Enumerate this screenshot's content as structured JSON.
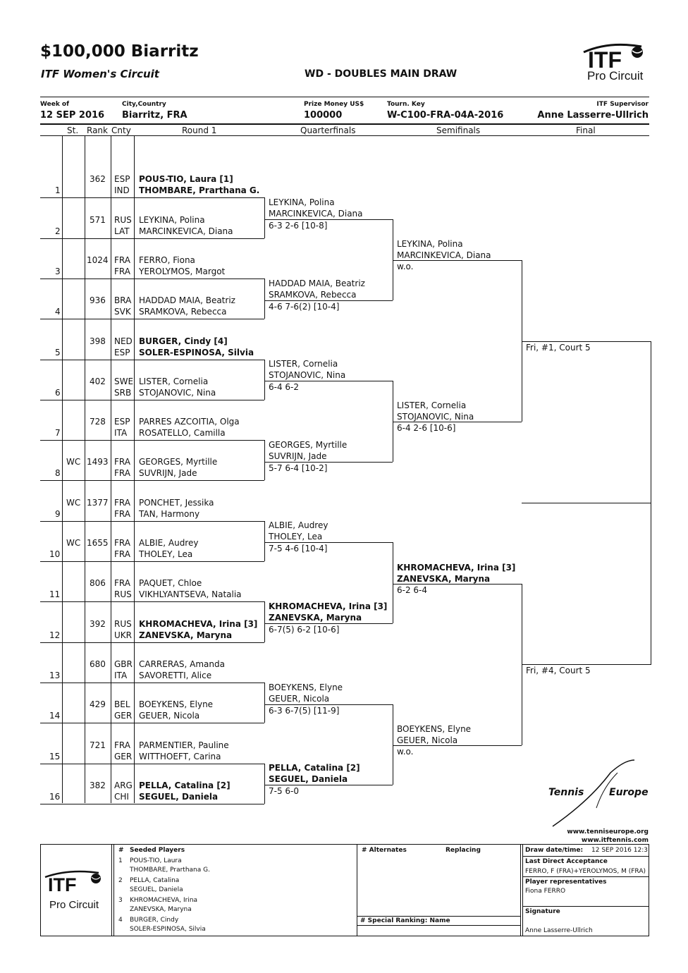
{
  "header": {
    "title": "$100,000 Biarritz",
    "circuit": "ITF Women's Circuit",
    "draw_name": "WD - DOUBLES MAIN DRAW",
    "logo_top": "ITF",
    "logo_bottom": "Pro Circuit"
  },
  "info": {
    "week_label": "Week of",
    "week_value": "12 SEP 2016",
    "city_label": "City,Country",
    "city_value": "Biarritz, FRA",
    "prize_label": "Prize Money US$",
    "prize_value": "100000",
    "key_label": "Tourn. Key",
    "key_value": "W-C100-FRA-04A-2016",
    "sup_label": "ITF Supervisor",
    "sup_value": "Anne Lasserre-Ullrich"
  },
  "columns": {
    "st": "St.",
    "rank": "Rank",
    "cnty": "Cnty",
    "r1": "Round 1",
    "qf": "Quarterfinals",
    "sf": "Semifinals",
    "final": "Final"
  },
  "entries": [
    {
      "num": "1",
      "st": "",
      "rank": "362",
      "c1": "ESP",
      "c2": "IND",
      "p1": "POUS-TIO, Laura [1]",
      "p2": "THOMBARE, Prarthana G.",
      "bold": true
    },
    {
      "num": "2",
      "st": "",
      "rank": "571",
      "c1": "RUS",
      "c2": "LAT",
      "p1": "LEYKINA, Polina",
      "p2": "MARCINKEVICA, Diana",
      "bold": false
    },
    {
      "num": "3",
      "st": "",
      "rank": "1024",
      "c1": "FRA",
      "c2": "FRA",
      "p1": "FERRO, Fiona",
      "p2": "YEROLYMOS, Margot",
      "bold": false
    },
    {
      "num": "4",
      "st": "",
      "rank": "936",
      "c1": "BRA",
      "c2": "SVK",
      "p1": "HADDAD MAIA, Beatriz",
      "p2": "SRAMKOVA, Rebecca",
      "bold": false
    },
    {
      "num": "5",
      "st": "",
      "rank": "398",
      "c1": "NED",
      "c2": "ESP",
      "p1": "BURGER, Cindy [4]",
      "p2": "SOLER-ESPINOSA, Silvia",
      "bold": true
    },
    {
      "num": "6",
      "st": "",
      "rank": "402",
      "c1": "SWE",
      "c2": "SRB",
      "p1": "LISTER, Cornelia",
      "p2": "STOJANOVIC, Nina",
      "bold": false
    },
    {
      "num": "7",
      "st": "",
      "rank": "728",
      "c1": "ESP",
      "c2": "ITA",
      "p1": "PARRES AZCOITIA, Olga",
      "p2": "ROSATELLO, Camilla",
      "bold": false
    },
    {
      "num": "8",
      "st": "WC",
      "rank": "1493",
      "c1": "FRA",
      "c2": "FRA",
      "p1": "GEORGES, Myrtille",
      "p2": "SUVRIJN, Jade",
      "bold": false
    },
    {
      "num": "9",
      "st": "WC",
      "rank": "1377",
      "c1": "FRA",
      "c2": "FRA",
      "p1": "PONCHET, Jessika",
      "p2": "TAN, Harmony",
      "bold": false
    },
    {
      "num": "10",
      "st": "WC",
      "rank": "1655",
      "c1": "FRA",
      "c2": "FRA",
      "p1": "ALBIE, Audrey",
      "p2": "THOLEY, Lea",
      "bold": false
    },
    {
      "num": "11",
      "st": "",
      "rank": "806",
      "c1": "FRA",
      "c2": "RUS",
      "p1": "PAQUET, Chloe",
      "p2": "VIKHLYANTSEVA, Natalia",
      "bold": false
    },
    {
      "num": "12",
      "st": "",
      "rank": "392",
      "c1": "RUS",
      "c2": "UKR",
      "p1": "KHROMACHEVA, Irina [3]",
      "p2": "ZANEVSKA, Maryna",
      "bold": true
    },
    {
      "num": "13",
      "st": "",
      "rank": "680",
      "c1": "GBR",
      "c2": "ITA",
      "p1": "CARRERAS, Amanda",
      "p2": "SAVORETTI, Alice",
      "bold": false
    },
    {
      "num": "14",
      "st": "",
      "rank": "429",
      "c1": "BEL",
      "c2": "GER",
      "p1": "BOEYKENS, Elyne",
      "p2": "GEUER, Nicola",
      "bold": false
    },
    {
      "num": "15",
      "st": "",
      "rank": "721",
      "c1": "FRA",
      "c2": "GER",
      "p1": "PARMENTIER, Pauline",
      "p2": "WITTHOEFT, Carina",
      "bold": false
    },
    {
      "num": "16",
      "st": "",
      "rank": "382",
      "c1": "ARG",
      "c2": "CHI",
      "p1": "PELLA, Catalina [2]",
      "p2": "SEGUEL, Daniela",
      "bold": true
    }
  ],
  "qf": [
    {
      "p1": "LEYKINA, Polina",
      "p2": "MARCINKEVICA, Diana",
      "score": "6-3 2-6 [10-8]",
      "bold": false
    },
    {
      "p1": "HADDAD MAIA, Beatriz",
      "p2": "SRAMKOVA, Rebecca",
      "score": "4-6 7-6(2) [10-4]",
      "bold": false
    },
    {
      "p1": "LISTER, Cornelia",
      "p2": "STOJANOVIC, Nina",
      "score": "6-4 6-2",
      "bold": false
    },
    {
      "p1": "GEORGES, Myrtille",
      "p2": "SUVRIJN, Jade",
      "score": "5-7 6-4 [10-2]",
      "bold": false
    },
    {
      "p1": "ALBIE, Audrey",
      "p2": "THOLEY, Lea",
      "score": "7-5 4-6 [10-4]",
      "bold": false
    },
    {
      "p1": "KHROMACHEVA, Irina [3]",
      "p2": "ZANEVSKA, Maryna",
      "score": "6-7(5) 6-2 [10-6]",
      "bold": true
    },
    {
      "p1": "BOEYKENS, Elyne",
      "p2": "GEUER, Nicola",
      "score": "6-3 6-7(5) [11-9]",
      "bold": false
    },
    {
      "p1": "PELLA, Catalina [2]",
      "p2": "SEGUEL, Daniela",
      "score": "7-5 6-0",
      "bold": true
    }
  ],
  "sf": [
    {
      "p1": "LEYKINA, Polina",
      "p2": "MARCINKEVICA, Diana",
      "score": "w.o.",
      "bold": false
    },
    {
      "p1": "LISTER, Cornelia",
      "p2": "STOJANOVIC, Nina",
      "score": "6-4 2-6 [10-6]",
      "bold": false
    },
    {
      "p1": "KHROMACHEVA, Irina [3]",
      "p2": "ZANEVSKA, Maryna",
      "score": "6-2 6-4",
      "bold": true
    },
    {
      "p1": "BOEYKENS, Elyne",
      "p2": "GEUER, Nicola",
      "score": "w.o.",
      "bold": false
    }
  ],
  "final": [
    {
      "note": "Fri, #1, Court 5"
    },
    {
      "note": "Fri, #4, Court 5"
    }
  ],
  "sponsor": {
    "brand1": "Tennis",
    "brand2": "Europe",
    "url1": "www.tenniseurope.org",
    "url2": "www.itftennis.com"
  },
  "footer": {
    "seeded_title": "Seeded Players",
    "hash": "#",
    "seeds": [
      {
        "n": "1",
        "a": "POUS-TIO, Laura",
        "b": "THOMBARE, Prarthana G."
      },
      {
        "n": "2",
        "a": "PELLA, Catalina",
        "b": "SEGUEL, Daniela"
      },
      {
        "n": "3",
        "a": "KHROMACHEVA, Irina",
        "b": "ZANEVSKA, Maryna"
      },
      {
        "n": "4",
        "a": "BURGER, Cindy",
        "b": "SOLER-ESPINOSA, Silvia"
      }
    ],
    "alternates": "# Alternates",
    "replacing": "Replacing",
    "special_ranking": "#  Special Ranking: Name",
    "draw_label": "Draw date/time:",
    "draw_value": "12 SEP 2016 12:3",
    "lda_label": "Last Direct Acceptance",
    "lda_value": "FERRO, F (FRA)+YEROLYMOS, M (FRA)",
    "rep_label": "Player representatives",
    "rep_value": "Fiona FERRO",
    "sig_label": "Signature",
    "sig_value": "Anne Lasserre-Ullrich"
  }
}
